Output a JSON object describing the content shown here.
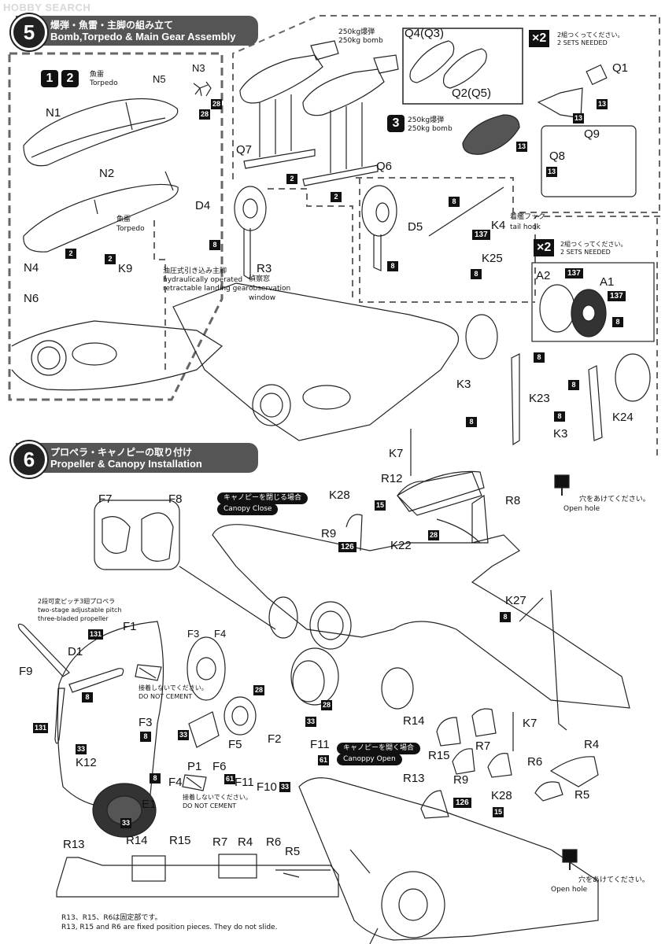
{
  "watermark": "HOBBY SEARCH",
  "step5": {
    "number": "5",
    "title_jp": "爆弾・魚雷・主脚の組み立て",
    "title_en": "Bomb,Torpedo & Main Gear Assembly",
    "option_marks": [
      "1",
      "2"
    ],
    "torpedo_jp": "魚雷",
    "torpedo_en": "Torpedo",
    "torpedo2_jp": "魚雷",
    "torpedo2_en": "Torpedo",
    "bomb_jp": "250kg爆弾",
    "bomb_en": "250kg bomb",
    "option3_mark": "3",
    "option3_jp": "250kg爆弾",
    "option3_en": "250kg bomb",
    "gear_note_jp": "油圧式引き込み主脚",
    "gear_note_en1": "hydraulically operated",
    "gear_note_en2": "retractable landing gear",
    "window_jp": "偵察窓",
    "window_en1": "observation",
    "window_en2": "window",
    "hook_jp": "着艦フック",
    "hook_en": "tail hook",
    "sets_badge": "×2",
    "sets_jp": "2組つくってください。",
    "sets_en": "2 SETS NEEDED",
    "sets_badge_2": "×2",
    "sets_jp_2": "2組つくってください。",
    "sets_en_2": "2 SETS NEEDED",
    "parts": {
      "N1": "N1",
      "N2": "N2",
      "N3": "N3",
      "N4": "N4",
      "N5": "N5",
      "N6": "N6",
      "K9": "K9",
      "Q4Q3": "Q4(Q3)",
      "Q2Q5": "Q2(Q5)",
      "Q1": "Q1",
      "Q6": "Q6",
      "Q7": "Q7",
      "Q8": "Q8",
      "Q9": "Q9",
      "D4": "D4",
      "D5": "D5",
      "R3": "R3",
      "K4": "K4",
      "K25": "K25",
      "A1": "A1",
      "A2": "A2",
      "K3a": "K3",
      "K3b": "K3",
      "K23": "K23",
      "K24": "K24"
    },
    "counts": {
      "n3": "28",
      "n5": "28",
      "n4": "2",
      "k9": "2",
      "q1": "13",
      "q1b": "13",
      "bomb": "13",
      "q8": "13",
      "q7": "2",
      "q6": "2",
      "d4": "8",
      "d5": "8",
      "k4": "8",
      "k25a": "137",
      "k25b": "8",
      "a2": "137",
      "a1": "137",
      "a1b": "8",
      "k23a": "8",
      "k23b": "8",
      "k3": "8",
      "k24": "8"
    }
  },
  "step6": {
    "number": "6",
    "title_jp": "プロペラ・キャノピーの取り付け",
    "title_en": "Propeller & Canopy Installation",
    "prop_jp": "2段可変ピッチ3翅プロペラ",
    "prop_en1": "two-stage adjustable pitch",
    "prop_en2": "three-bladed propeller",
    "dnc_jp": "接着しないでください。",
    "dnc_en": "DO NOT CEMENT",
    "dnc2_jp": "接着しないでください。",
    "dnc2_en": "DO NOT CEMENT",
    "canopy_close_jp": "キャノピーを閉じる場合",
    "canopy_close_en": "Canopy Close",
    "canopy_open_jp": "キャノピーを開く場合",
    "canopy_open_en": "Canoppy Open",
    "hole_jp": "穴をあけてください。",
    "hole_en": "Open hole",
    "hole2_jp": "穴をあけてください。",
    "hole2_en": "Open hole",
    "fixed_note_jp": "R13、R15、R6は固定部です。",
    "fixed_note_en": "R13, R15 and R6 are fixed position pieces. They do not slide.",
    "parts": {
      "F1": "F1",
      "D1": "D1",
      "F9": "F9",
      "F7": "F7",
      "F8": "F8",
      "F3F4a": "F3",
      "F3F4b": "F4",
      "F3": "F3",
      "F4": "F4",
      "F5": "F5",
      "F2": "F2",
      "F6": "F6",
      "F10": "F10",
      "F11a": "F11",
      "F11b": "F11",
      "P1": "P1",
      "K12": "K12",
      "E1": "E1",
      "K7": "K7",
      "K7b": "K7",
      "R12": "R12",
      "K28": "K28",
      "K28b": "K28",
      "R9": "R9",
      "R9b": "R9",
      "K22": "K22",
      "R8": "R8",
      "K27": "K27",
      "R14": "R14",
      "R15": "R15",
      "R7": "R7",
      "R6": "R6",
      "R4": "R4",
      "R5": "R5",
      "R13": "R13",
      "bR13": "R13",
      "bR14": "R14",
      "bR15": "R15",
      "bR7": "R7",
      "bR4": "R4",
      "bR6": "R6",
      "bR5": "R5"
    },
    "counts": {
      "f1": "131",
      "d1": "8",
      "f9": "131",
      "k12": "33",
      "e1": "33",
      "f3": "8",
      "f4": "8",
      "f5": "28",
      "f2": "33",
      "f11": "61",
      "f10": "33",
      "f6": "61",
      "ring": "28",
      "ringb": "33",
      "k28": "15",
      "r9": "126",
      "k22": "28",
      "k27": "8",
      "r9b": "126",
      "k28b": "15"
    }
  }
}
